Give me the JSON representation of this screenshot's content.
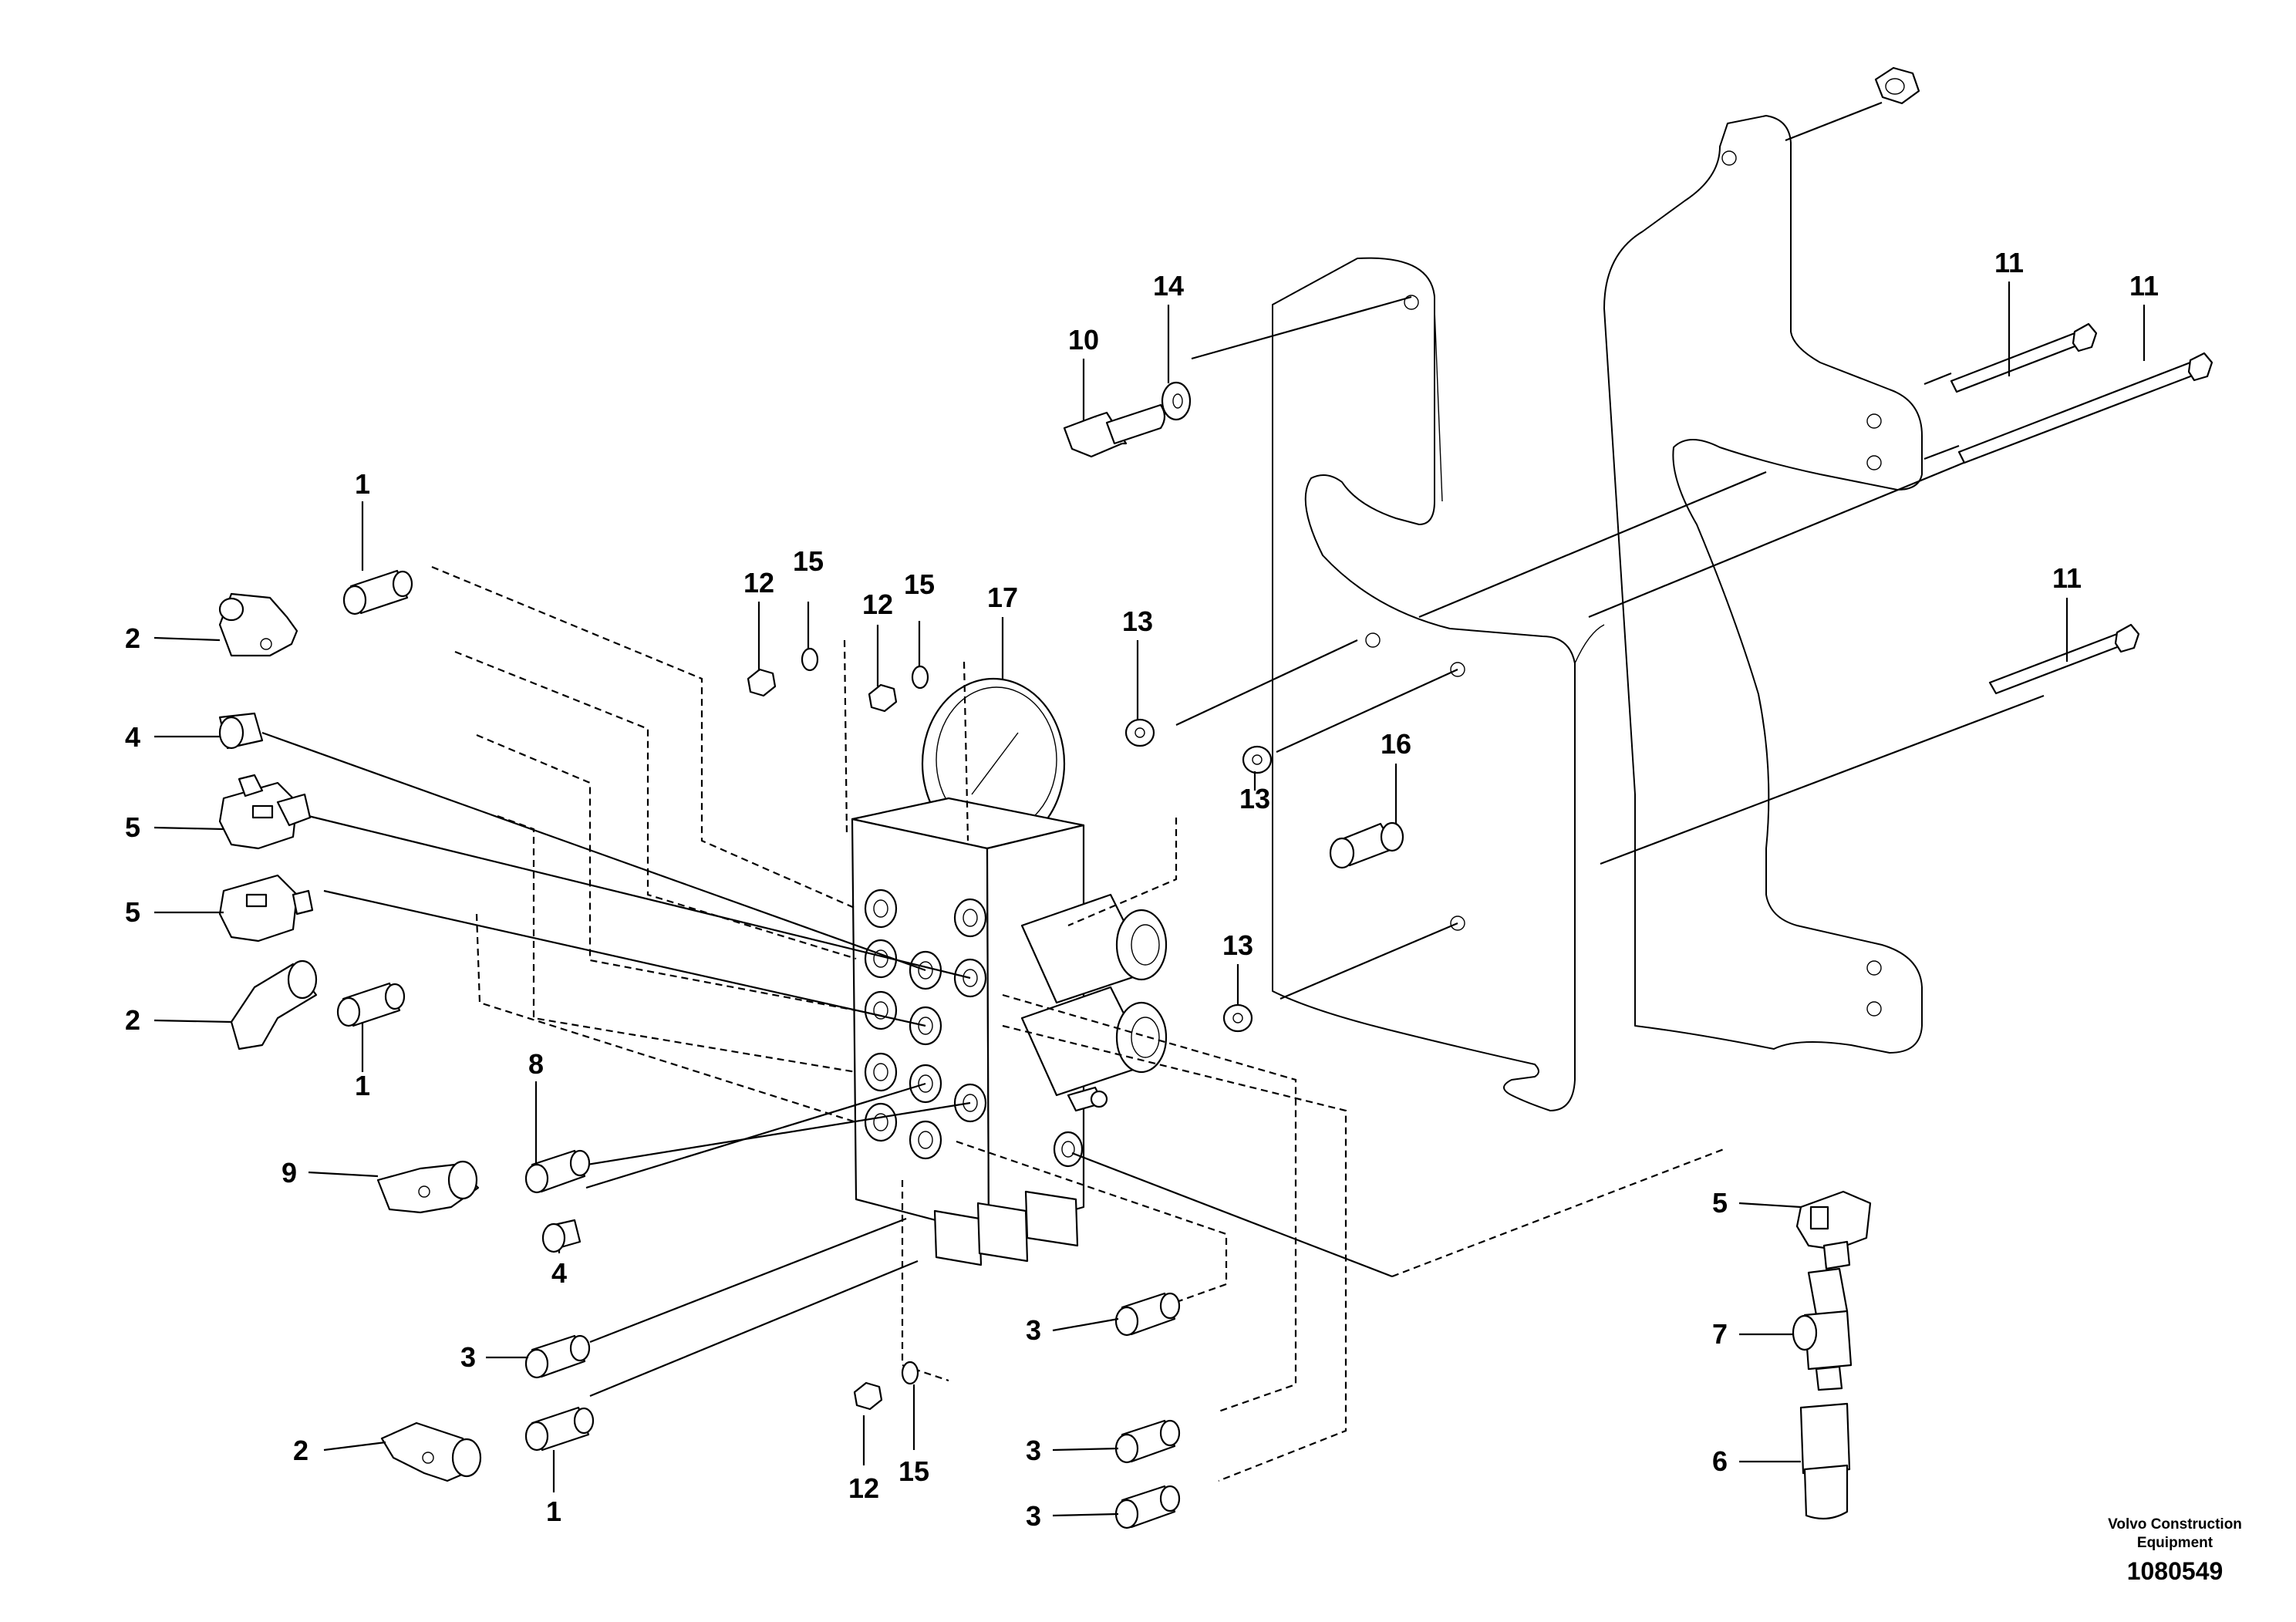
{
  "diagram": {
    "brand_line1": "Volvo Construction",
    "brand_line2": "Equipment",
    "drawing_number": "1080549",
    "callouts": [
      {
        "id": "c1a",
        "text": "1"
      },
      {
        "id": "c2a",
        "text": "2"
      },
      {
        "id": "c4a",
        "text": "4"
      },
      {
        "id": "c5a",
        "text": "5"
      },
      {
        "id": "c5b",
        "text": "5"
      },
      {
        "id": "c2b",
        "text": "2"
      },
      {
        "id": "c1b",
        "text": "1"
      },
      {
        "id": "c8",
        "text": "8"
      },
      {
        "id": "c9",
        "text": "9"
      },
      {
        "id": "c4b",
        "text": "4"
      },
      {
        "id": "c3a",
        "text": "3"
      },
      {
        "id": "c2c",
        "text": "2"
      },
      {
        "id": "c1c",
        "text": "1"
      },
      {
        "id": "c12a",
        "text": "12"
      },
      {
        "id": "c15a",
        "text": "15"
      },
      {
        "id": "c12b",
        "text": "12"
      },
      {
        "id": "c15b",
        "text": "15"
      },
      {
        "id": "c17",
        "text": "17"
      },
      {
        "id": "c13a",
        "text": "13"
      },
      {
        "id": "c13b",
        "text": "13"
      },
      {
        "id": "c16",
        "text": "16"
      },
      {
        "id": "c13c",
        "text": "13"
      },
      {
        "id": "c10",
        "text": "10"
      },
      {
        "id": "c14",
        "text": "14"
      },
      {
        "id": "c11a",
        "text": "11"
      },
      {
        "id": "c11b",
        "text": "11"
      },
      {
        "id": "c11c",
        "text": "11"
      },
      {
        "id": "c3b",
        "text": "3"
      },
      {
        "id": "c3c",
        "text": "3"
      },
      {
        "id": "c3d",
        "text": "3"
      },
      {
        "id": "c12c",
        "text": "12"
      },
      {
        "id": "c15c",
        "text": "15"
      },
      {
        "id": "c5c",
        "text": "5"
      },
      {
        "id": "c7",
        "text": "7"
      },
      {
        "id": "c6",
        "text": "6"
      }
    ]
  }
}
